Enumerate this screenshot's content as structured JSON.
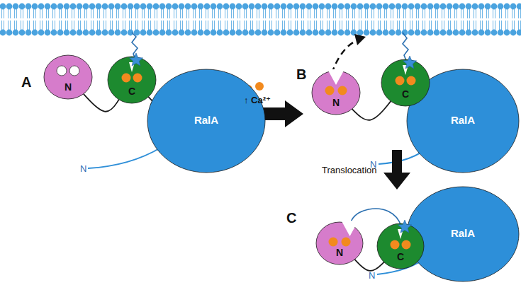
{
  "diagram": {
    "nodes": [
      {
        "text": [
          "N"
        ]
      },
      {
        "text": [
          "C"
        ]
      },
      {
        "text": [
          "RalA"
        ]
      },
      {
        "text": [
          "N"
        ]
      },
      {
        "text": [
          "C"
        ]
      },
      {
        "text": [
          "RalA"
        ]
      },
      {
        "text": [
          "N"
        ]
      },
      {
        "text": [
          "C"
        ]
      },
      {
        "text": [
          "RalA"
        ]
      }
    ],
    "edges": [
      {
        "from": 0,
        "to": 1,
        "arrow": "none"
      },
      {
        "from": 1,
        "to": 2,
        "arrow": "none"
      },
      {
        "from": 3,
        "to": 4,
        "arrow": "none"
      },
      {
        "from": 4,
        "to": 5,
        "arrow": "none"
      },
      {
        "from": 6,
        "to": 7,
        "arrow": "none"
      },
      {
        "from": 7,
        "to": 8,
        "arrow": "none"
      }
    ],
    "labels": [
      "A",
      "N",
      "↑ Ca²⁺",
      "B",
      "N",
      "Translocation",
      "C",
      "N"
    ]
  }
}
